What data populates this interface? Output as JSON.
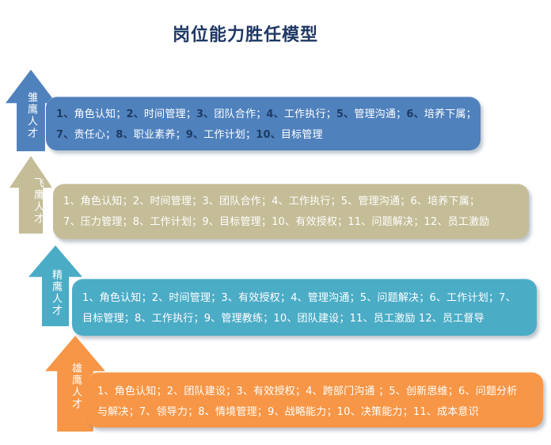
{
  "title": "岗位能力胜任模型",
  "title_color": "#1f3864",
  "levels": [
    {
      "name": "雏鹰人才",
      "color": "#4f81bd",
      "number_color": "#1d3b63",
      "lines": [
        "1、角色认知；2、时间管理；3、团队合作；4、工作执行；5、管理沟通；6、培养下属；",
        "7、责任心；8、职业素养；9、工作计划；10、目标管理"
      ]
    },
    {
      "name": "飞鹰人才",
      "color": "#c4bd97",
      "number_color": "#ffffff",
      "lines": [
        "1、角色认知；2、时间管理；3、团队合作；4、工作执行；5、管理沟通；6、培养下属；",
        "7、压力管理；8、工作计划；9、目标管理；10、有效授权；11、问题解决；12、员工激励"
      ]
    },
    {
      "name": "精鹰人才",
      "color": "#4bacc6",
      "number_color": "#ffffff",
      "lines": [
        "1、角色认知；2、时间管理；3、有效授权；4、管理沟通；5、问题解决；6、工作计划；7、",
        "目标管理；8、工作执行；9、管理教练；10、团队建设；11、员工激励 12、员工督导"
      ]
    },
    {
      "name": "雄鹰人才",
      "color": "#f79646",
      "number_color": "#ffffff",
      "lines": [
        "1、角色认知；2、团队建设；3、有效授权；4、跨部门沟通 ；5、创新思维；6、问题分析",
        "与解决；7、领导力；8、情境管理；9、战略能力；10、决策能力；11、成本意识"
      ]
    }
  ]
}
